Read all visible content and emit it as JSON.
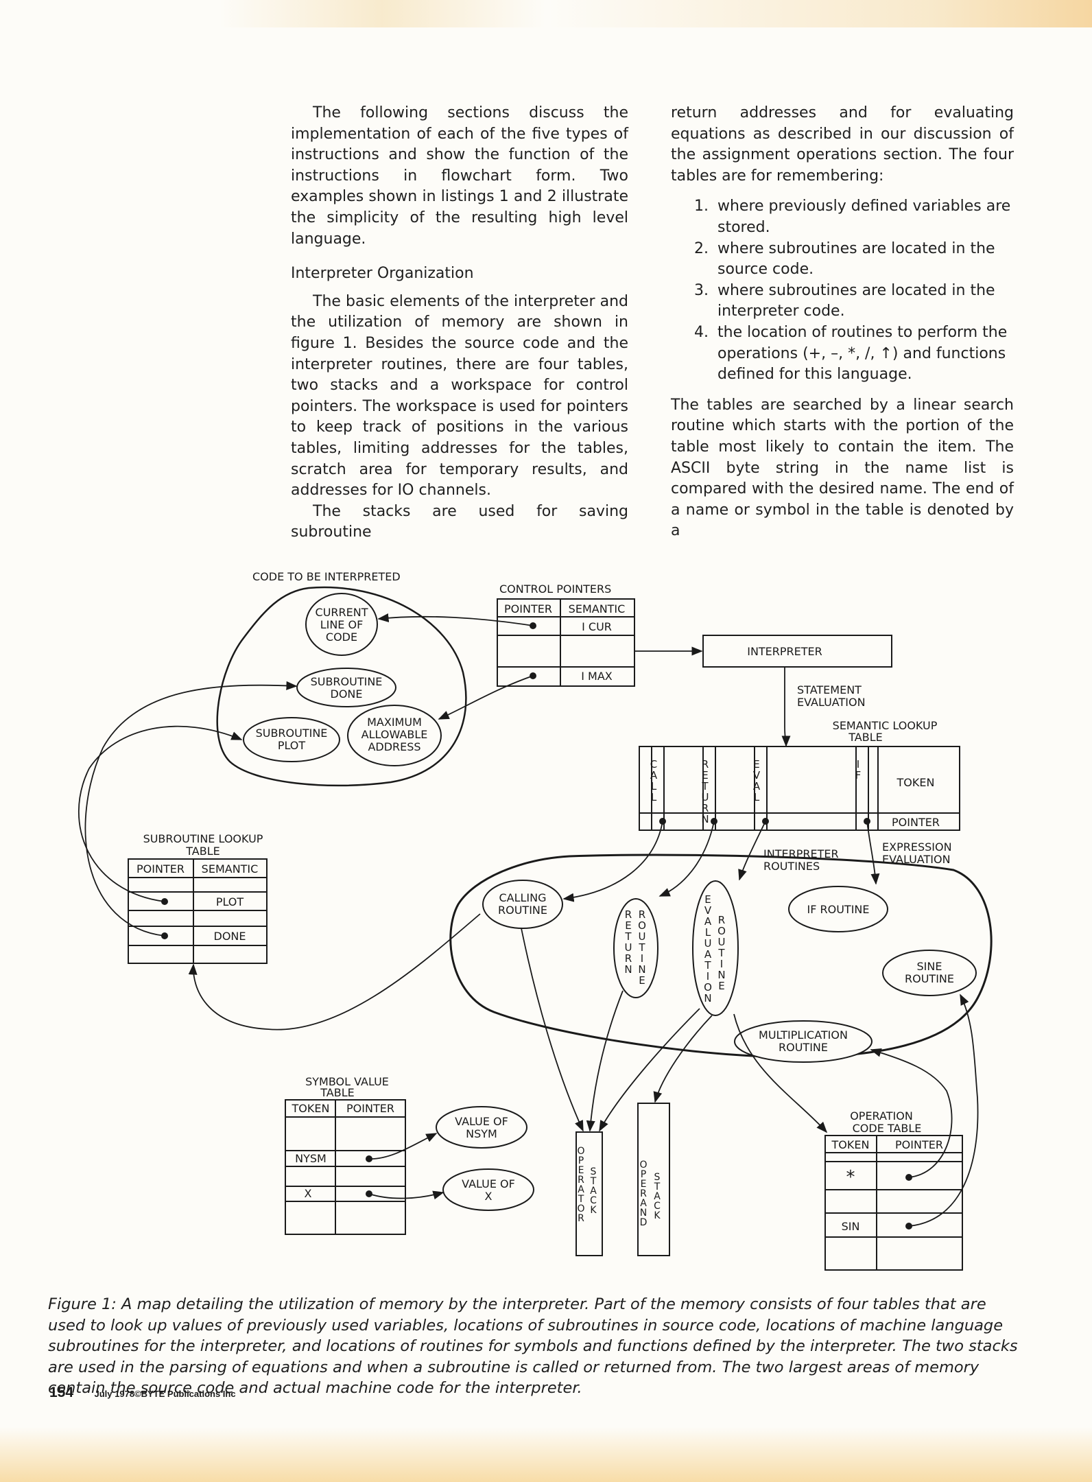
{
  "column_left": {
    "para1": "The following sections discuss the implementation of each of the five types of instructions and show the function of the instructions in flowchart form. Two examples shown in listings 1 and 2 illustrate the simplicity of the resulting high level language.",
    "heading": "Interpreter Organization",
    "para2": "The basic elements of the interpreter and the utilization of memory are shown in figure 1. Besides the source code and the interpreter routines, there are four tables, two stacks and a workspace for control pointers. The workspace is used for pointers to keep track of positions in the various tables, limiting addresses for the tables, scratch area for temporary results, and addresses for IO channels.",
    "para3": "The stacks are used for saving subroutine"
  },
  "column_right": {
    "para1": "return addresses and for evaluating equations as described in our discussion of the assignment operations section. The four tables are for remembering:",
    "list": [
      {
        "num": "1.",
        "text": "where previously defined variables are stored."
      },
      {
        "num": "2.",
        "text": "where subroutines are located in the source code."
      },
      {
        "num": "3.",
        "text": "where subroutines are located in the interpreter code."
      },
      {
        "num": "4.",
        "text": "the location of routines to perform the operations (+, –, *, /, ↑) and functions defined for this language."
      }
    ],
    "para2": "The tables are searched by a linear search routine which starts with the portion of the table most likely to contain the item. The ASCII byte string in the name list is compared with the desired name. The end of a name or symbol in the table is denoted by a"
  },
  "figure": {
    "code_title": "CODE TO BE INTERPRETED",
    "current_line": [
      "CURRENT",
      "LINE OF",
      "CODE"
    ],
    "subroutine_done": [
      "SUBROUTINE",
      "DONE"
    ],
    "subroutine_plot": [
      "SUBROUTINE",
      "PLOT"
    ],
    "max_address": [
      "MAXIMUM",
      "ALLOWABLE",
      "ADDRESS"
    ],
    "control_title": "CONTROL POINTERS",
    "control_headers": [
      "POINTER",
      "SEMANTIC"
    ],
    "control_rows": [
      "I CUR",
      "",
      "I MAX"
    ],
    "interpreter": "INTERPRETER",
    "statement_eval": [
      "STATEMENT",
      "EVALUATION"
    ],
    "semantic_title": [
      "SEMANTIC LOOKUP",
      "TABLE"
    ],
    "semantic_cols": [
      "CALL",
      "RETURN",
      "EVAL",
      "IF"
    ],
    "semantic_token": "TOKEN",
    "semantic_pointer": "POINTER",
    "expression_eval": [
      "EXPRESSION",
      "EVALUATION"
    ],
    "interp_routines": [
      "INTERPRETER",
      "ROUTINES"
    ],
    "sub_lookup_title": [
      "SUBROUTINE LOOKUP",
      "TABLE"
    ],
    "sub_lookup_headers": [
      "POINTER",
      "SEMANTIC"
    ],
    "sub_lookup_rows": [
      "PLOT",
      "DONE"
    ],
    "calling_routine": [
      "CALLING",
      "ROUTINE"
    ],
    "return_routine_left": "RETURN",
    "return_routine_right": "ROUTINE",
    "eval_routine_left": "EVALUATION",
    "eval_routine_right": "ROUTINE",
    "if_routine": "IF ROUTINE",
    "sine_routine": [
      "SINE",
      "ROUTINE"
    ],
    "mult_routine": [
      "MULTIPLICATION",
      "ROUTINE"
    ],
    "symbol_title": [
      "SYMBOL VALUE",
      "TABLE"
    ],
    "symbol_headers": [
      "TOKEN",
      "POINTER"
    ],
    "symbol_rows": [
      "NYSM",
      "X"
    ],
    "value_nsym": [
      "VALUE OF",
      "NSYM"
    ],
    "value_x": [
      "VALUE OF",
      "X"
    ],
    "operator_left": "OPERATOR",
    "operator_right": "STACK",
    "operand_left": "OPERAND",
    "operand_right": "STACK",
    "opcode_title": [
      "OPERATION",
      "CODE TABLE"
    ],
    "opcode_headers": [
      "TOKEN",
      "POINTER"
    ],
    "opcode_rows": [
      "*",
      "SIN"
    ]
  },
  "caption": "Figure 1: A map detailing the utilization of memory by the interpreter. Part of the memory consists of four tables that are used to look up values of previously used variables, locations of subroutines in source code, locations of machine language subroutines for the interpreter, and locations of routines for symbols and functions defined by the interpreter. The two stacks are used in the parsing of equations and when a subroutine is called or returned from. The two largest areas of memory contain the source code and actual machine code for the interpreter.",
  "footer": {
    "page_number": "154",
    "credit": "July 1978©BYTE Publications Inc"
  }
}
